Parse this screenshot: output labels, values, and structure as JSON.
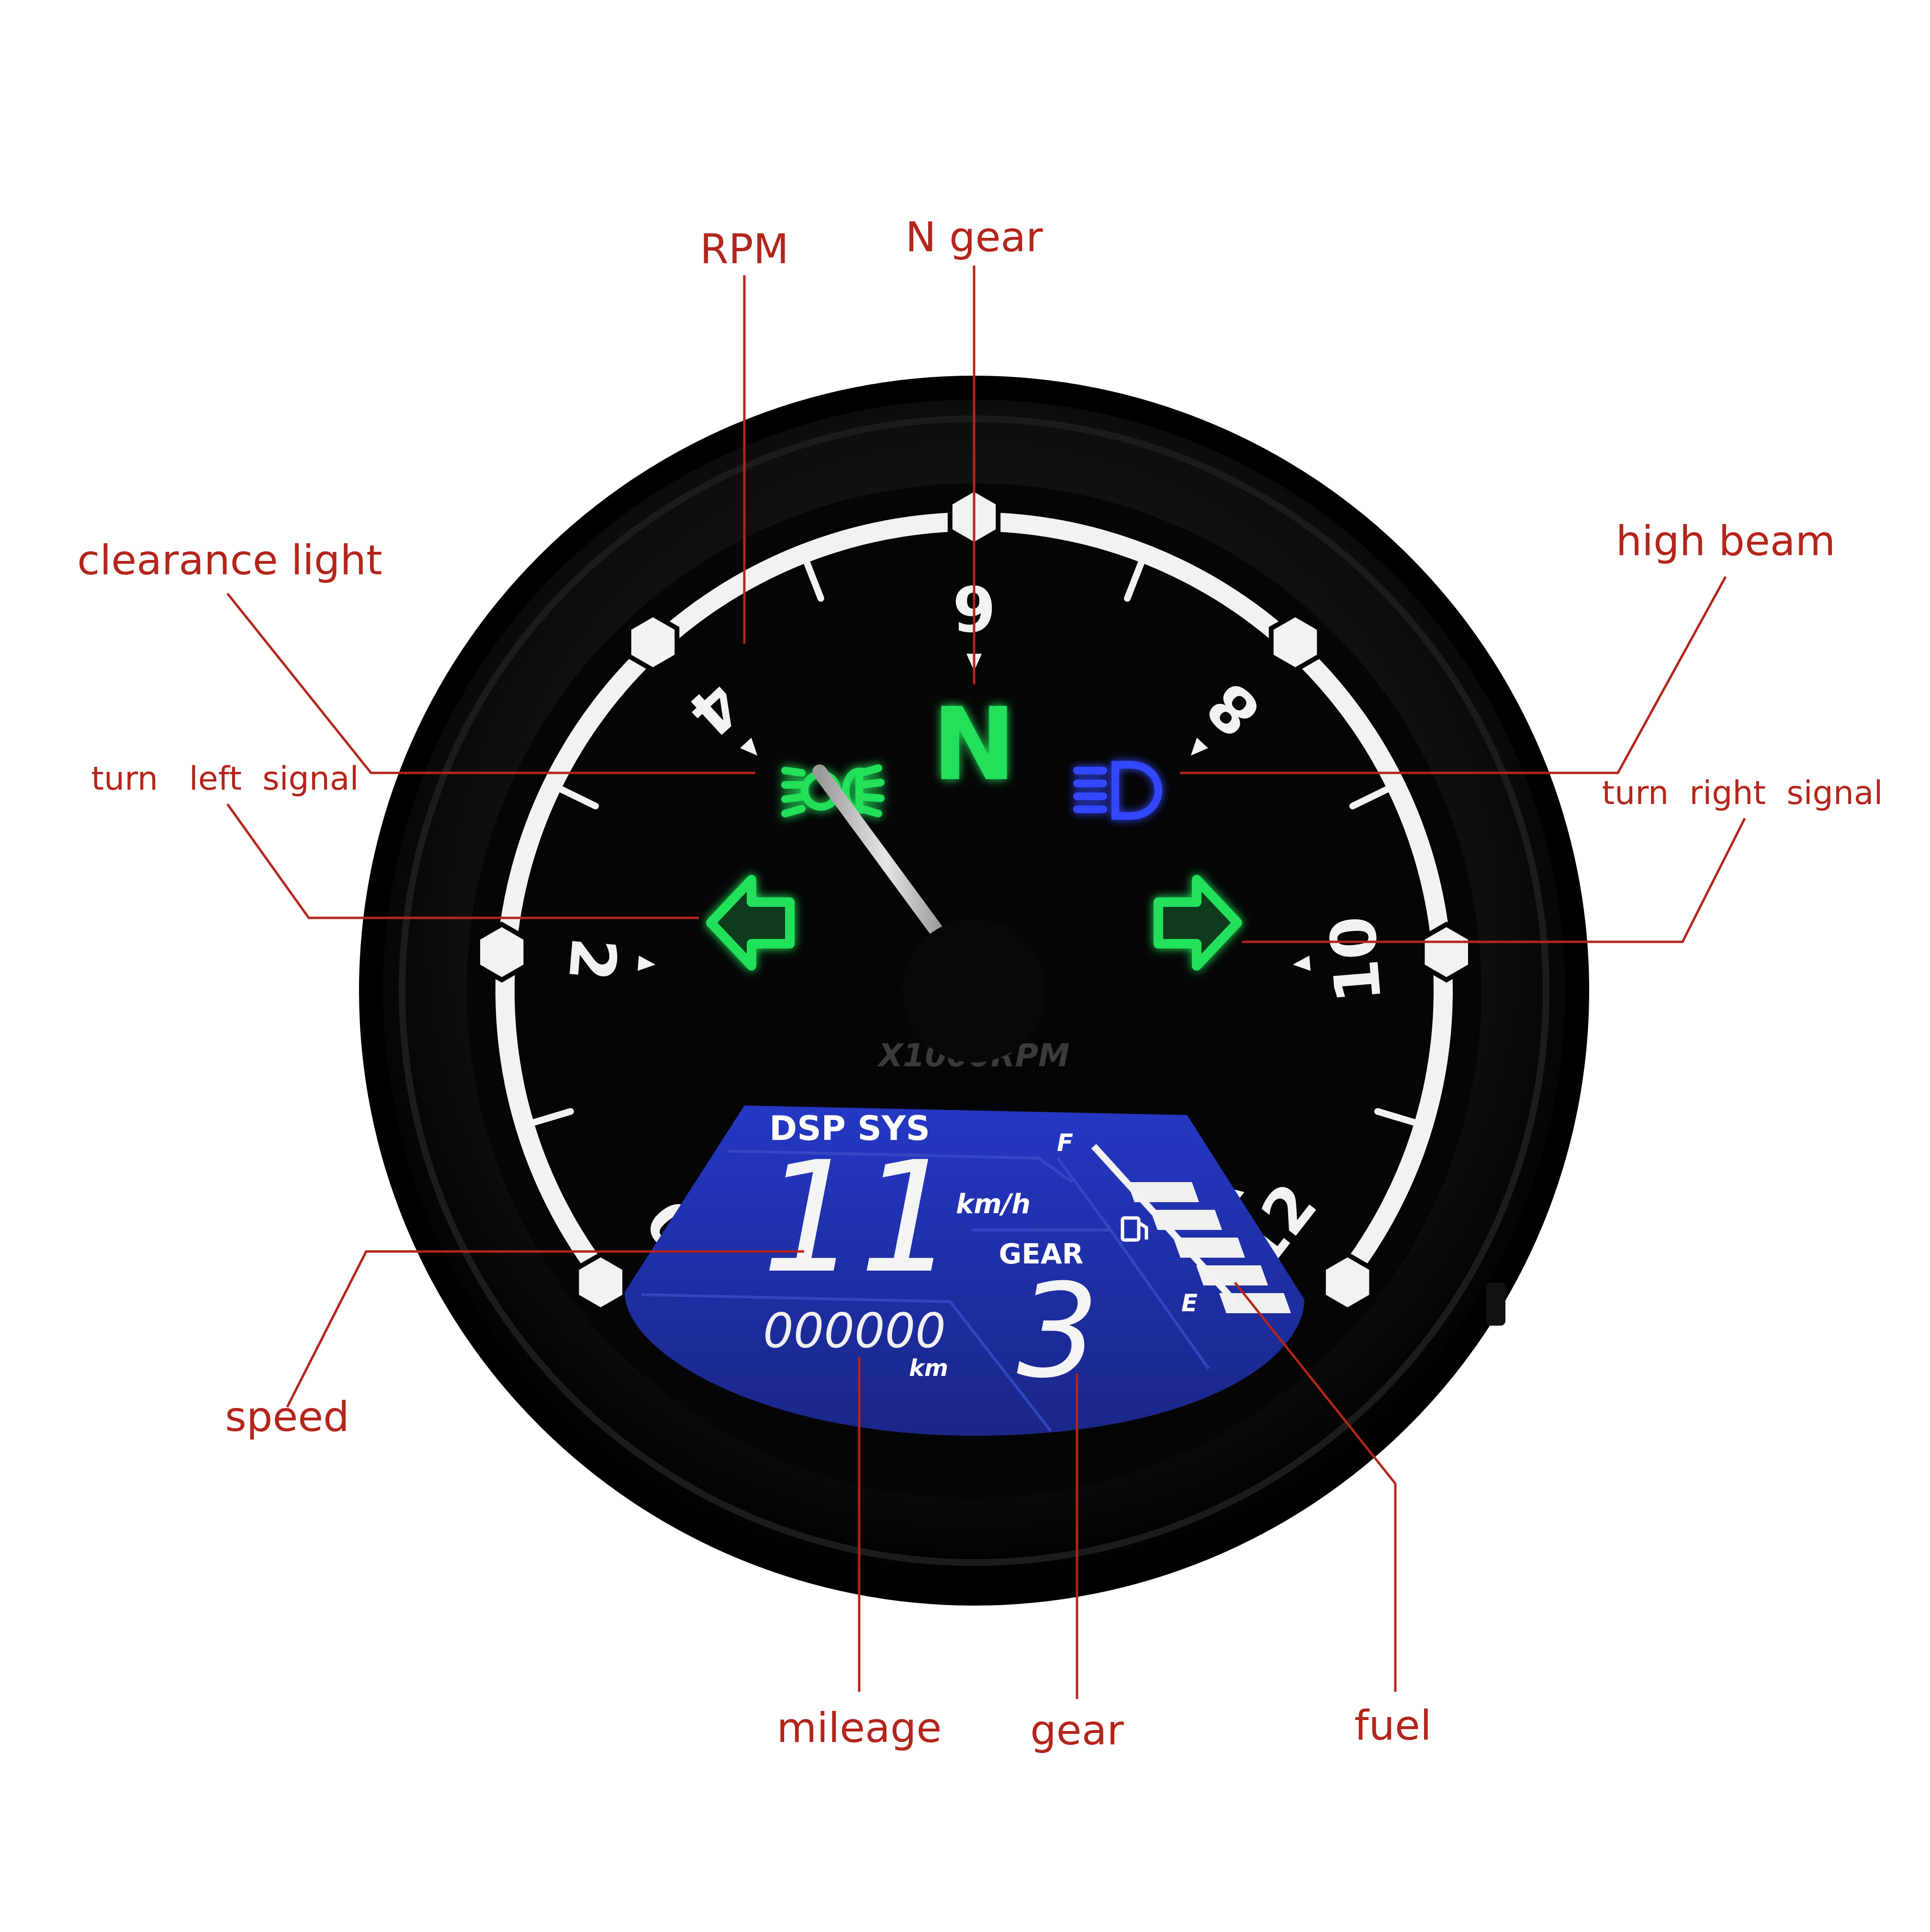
{
  "callouts": {
    "rpm": "RPM",
    "n_gear": "N gear",
    "clearance_light": "clearance light",
    "high_beam": "high beam",
    "turn_left_signal": "turn   left  signal",
    "turn_right_signal": "turn  right  signal",
    "speed": "speed",
    "mileage": "mileage",
    "gear": "gear",
    "fuel": "fuel"
  },
  "gauge": {
    "scale_labels": [
      "0",
      "2",
      "4",
      "6",
      "8",
      "10",
      "12"
    ],
    "unit_label": "X1000RPM",
    "neutral_letter": "N",
    "needle_value": 4.35
  },
  "lcd": {
    "brand": "DSP SYS",
    "speed_value": "11",
    "speed_unit": "km/h",
    "gear_label": "GEAR",
    "gear_value": "3",
    "odometer_value": "000000",
    "odometer_unit": "km",
    "fuel_full_label": "F",
    "fuel_empty_label": "E",
    "fuel_bars_filled": 5,
    "fuel_bars_total": 5
  },
  "colors": {
    "callout": "#b3251b",
    "indicator_green": "#22e05a",
    "high_beam_blue": "#3346ff",
    "lcd_blue": "#1f2fa6",
    "dial_white": "#f2f2f2"
  }
}
